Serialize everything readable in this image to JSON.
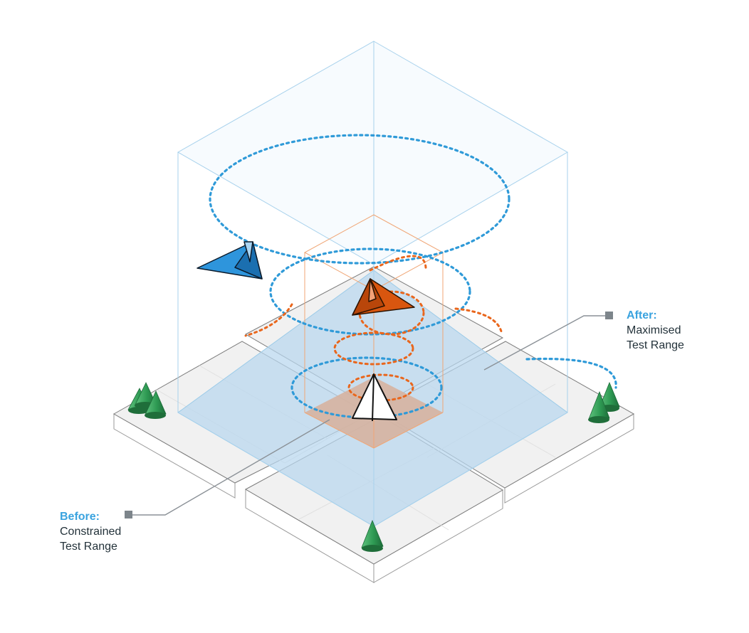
{
  "annotations": {
    "after": {
      "heading": "After:",
      "line1": "Maximised",
      "line2": "Test Range"
    },
    "before": {
      "heading": "Before:",
      "line1": "Constrained",
      "line2": "Test Range"
    }
  },
  "colors": {
    "heading_accent": "#3aa3df",
    "text": "#23323a",
    "large_range_fill": "#b9d7ef",
    "small_range_fill": "#d6b3a0",
    "large_range_outline": "#9ccbe8",
    "small_range_outline": "#f0a676",
    "blue_flight_path": "#2f9ad8",
    "orange_flight_path": "#e9661c",
    "blue_aircraft": "#2e95dc",
    "orange_aircraft": "#d9560f",
    "trees": "#2e9a53",
    "platform": "#f2f2f2",
    "leader_line": "#8b9197"
  },
  "icons": [
    "blue-aircraft-icon",
    "orange-aircraft-icon",
    "white-aircraft-icon",
    "tree-icon"
  ]
}
